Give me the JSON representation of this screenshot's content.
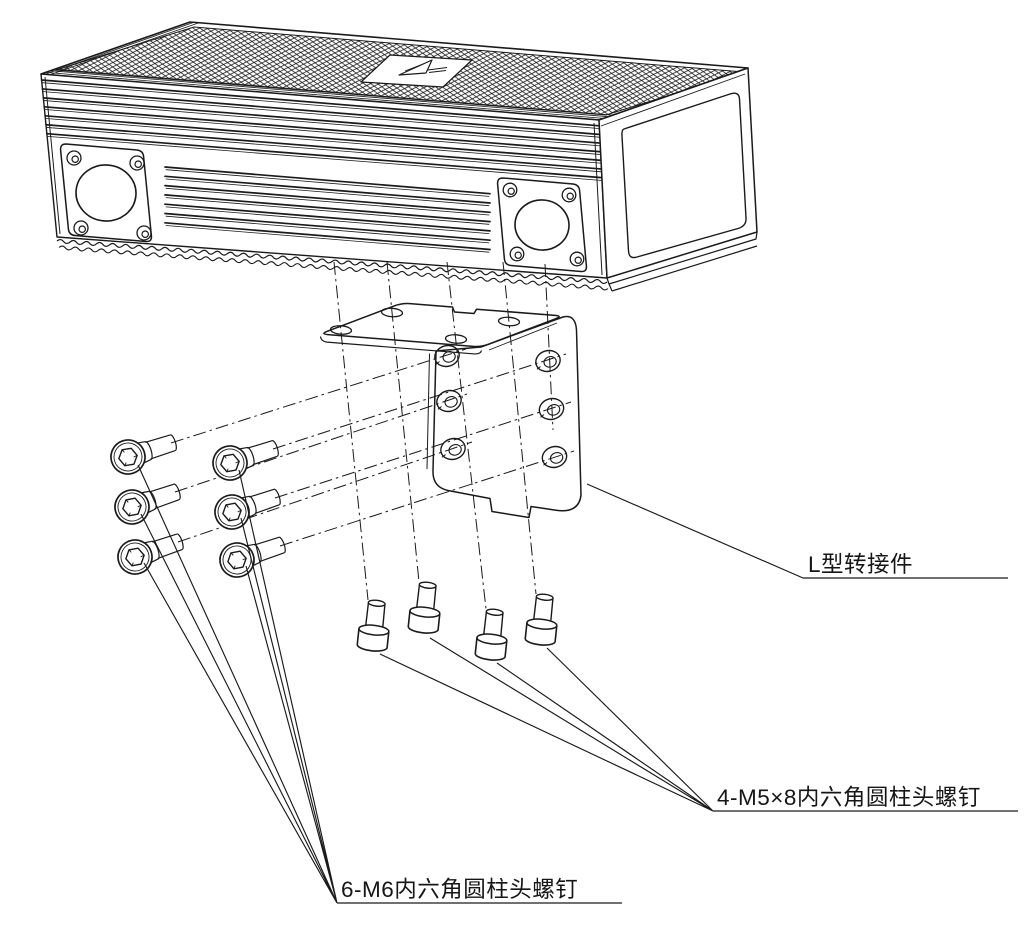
{
  "diagram": {
    "type": "exploded-assembly-drawing",
    "labels": {
      "bracket": {
        "text": "L型转接件"
      },
      "m5_screws": {
        "text": "4-M5×8内六角圆柱头螺钉"
      },
      "m6_screws": {
        "text": "6-M6内六角圆柱头螺钉"
      }
    },
    "colors": {
      "line": "#1a1a1a",
      "background": "#ffffff"
    }
  }
}
